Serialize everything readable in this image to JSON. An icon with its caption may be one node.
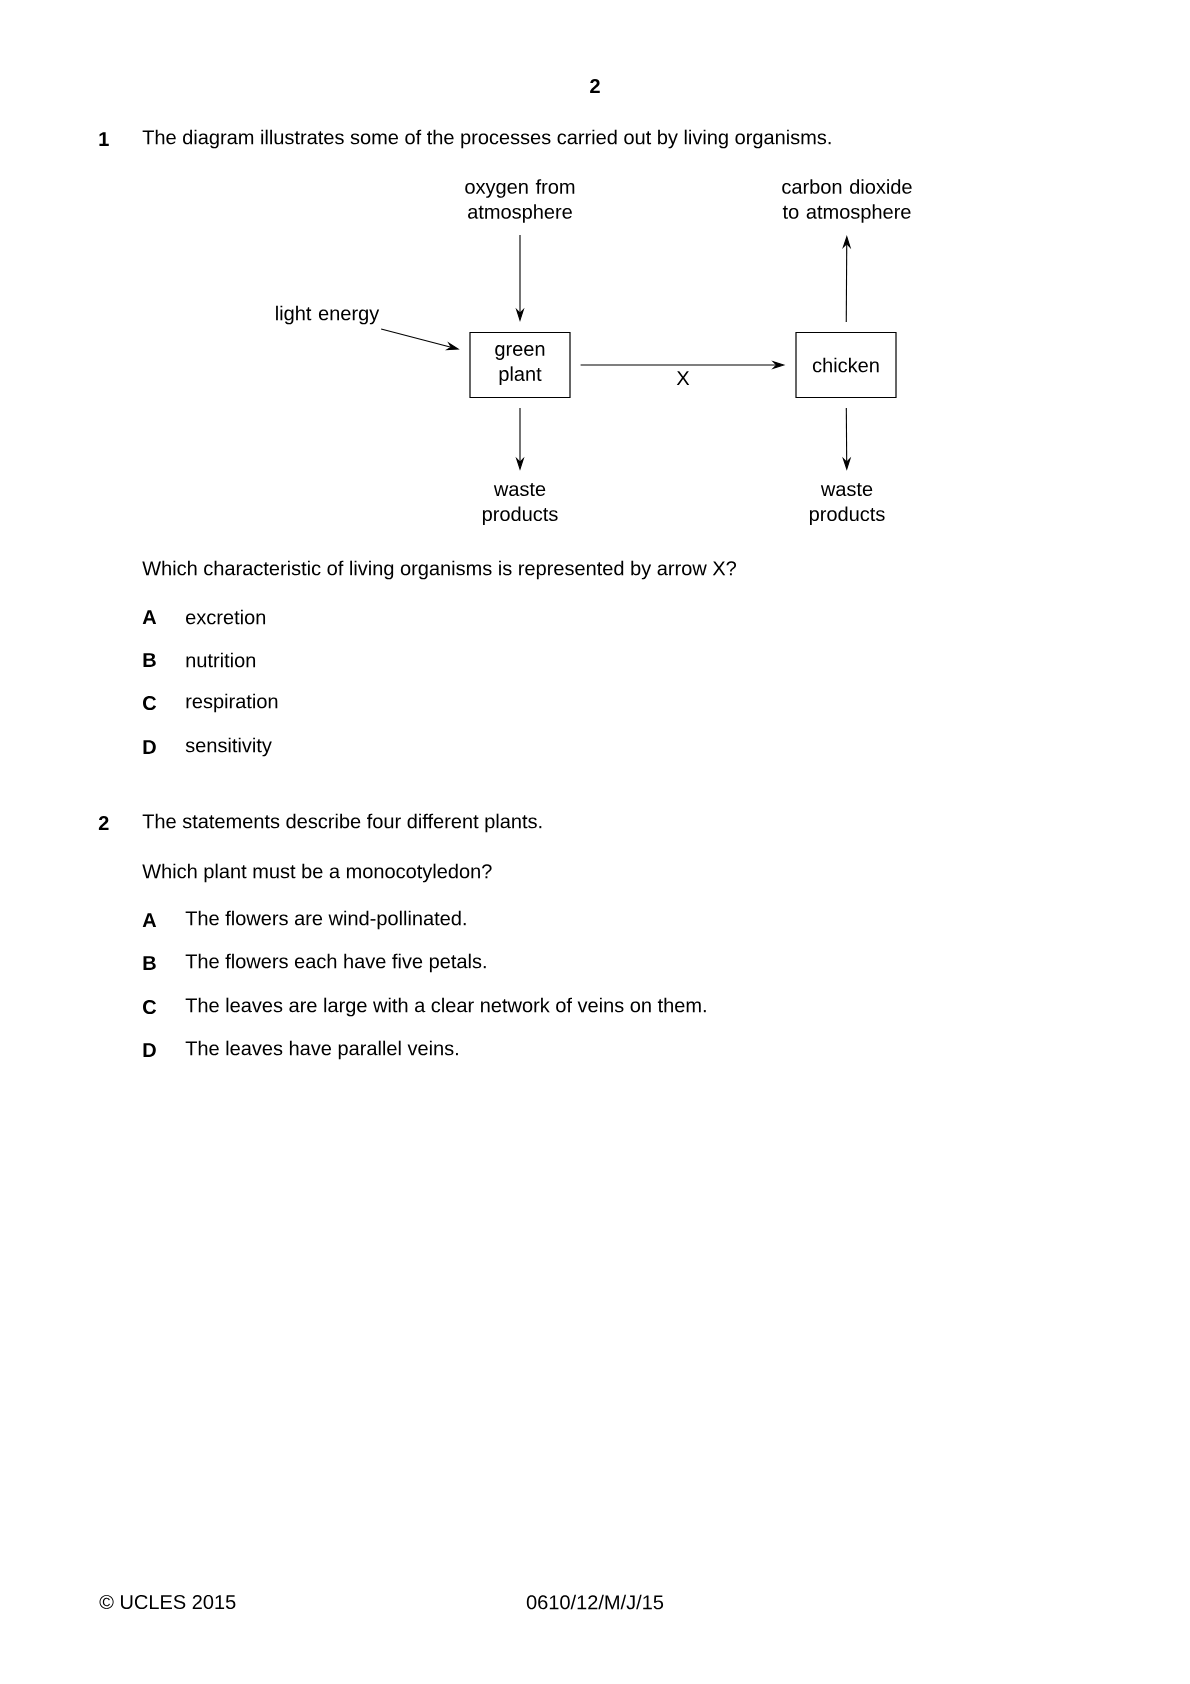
{
  "diagram": {
    "nodes": [
      {
        "text": [
          "oxygen from atmosphere"
        ]
      },
      {
        "text": [
          "carbon dioxide to atmosphere"
        ]
      },
      {
        "text": [
          "light energy"
        ]
      },
      {
        "text": [
          "green plant"
        ]
      },
      {
        "text": [
          "chicken"
        ]
      },
      {
        "text": [
          "waste products"
        ]
      },
      {
        "text": [
          "waste products"
        ]
      }
    ],
    "edges": [
      {
        "from": 0,
        "to": 3,
        "arrow": "to"
      },
      {
        "from": 2,
        "to": 3,
        "arrow": "to"
      },
      {
        "from": 3,
        "to": 4,
        "arrow": "to",
        "label": "X"
      },
      {
        "from": 4,
        "to": 1,
        "arrow": "to"
      },
      {
        "from": 3,
        "to": 5,
        "arrow": "to"
      },
      {
        "from": 4,
        "to": 6,
        "arrow": "to"
      }
    ],
    "labels": [
      "2",
      "1",
      "The diagram illustrates some of the processes carried out by living organisms.",
      "Which characteristic of living organisms is represented by arrow X?",
      "A",
      "excretion",
      "B",
      "nutrition",
      "C",
      "respiration",
      "D",
      "sensitivity",
      "2",
      "The statements describe four different plants.",
      "Which plant must be a monocotyledon?",
      "A",
      "The flowers are wind-pollinated.",
      "B",
      "The flowers each have five petals.",
      "C",
      "The leaves are large with a clear network of veins on them.",
      "D",
      "The leaves have parallel veins.",
      "© UCLES 2015",
      "0610/12/M/J/15"
    ]
  }
}
